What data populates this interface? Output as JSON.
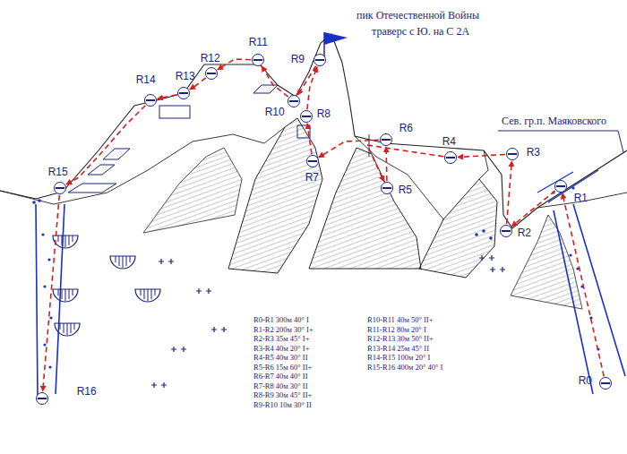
{
  "diagram": {
    "nodes": [
      {
        "text": [
          "R0"
        ]
      },
      {
        "text": [
          "R1"
        ]
      },
      {
        "text": [
          "R2"
        ]
      },
      {
        "text": [
          "R3"
        ]
      },
      {
        "text": [
          "R4"
        ]
      },
      {
        "text": [
          "R5"
        ]
      },
      {
        "text": [
          "R6"
        ]
      },
      {
        "text": [
          "R7"
        ]
      },
      {
        "text": [
          "R8"
        ]
      },
      {
        "text": [
          "R9"
        ]
      },
      {
        "text": [
          "R10"
        ]
      },
      {
        "text": [
          "R11"
        ]
      },
      {
        "text": [
          "R12"
        ]
      },
      {
        "text": [
          "R13"
        ]
      },
      {
        "text": [
          "R14"
        ]
      },
      {
        "text": [
          "R15"
        ]
      },
      {
        "text": [
          "R16"
        ]
      }
    ],
    "edges": [
      {
        "from": 0,
        "to": 1,
        "arrow": "to"
      },
      {
        "from": 1,
        "to": 2,
        "arrow": "to"
      },
      {
        "from": 2,
        "to": 3,
        "arrow": "to"
      },
      {
        "from": 3,
        "to": 4,
        "arrow": "to"
      },
      {
        "from": 4,
        "to": 5,
        "arrow": "to"
      },
      {
        "from": 5,
        "to": 6,
        "arrow": "to"
      },
      {
        "from": 6,
        "to": 7,
        "arrow": "to"
      },
      {
        "from": 7,
        "to": 8,
        "arrow": "to"
      },
      {
        "from": 8,
        "to": 9,
        "arrow": "to"
      },
      {
        "from": 9,
        "to": 10,
        "arrow": "to"
      },
      {
        "from": 10,
        "to": 11,
        "arrow": "to"
      },
      {
        "from": 11,
        "to": 12,
        "arrow": "to"
      },
      {
        "from": 12,
        "to": 13,
        "arrow": "to"
      },
      {
        "from": 13,
        "to": 14,
        "arrow": "to"
      },
      {
        "from": 14,
        "to": 15,
        "arrow": "to"
      },
      {
        "from": 15,
        "to": 16,
        "arrow": "to"
      }
    ],
    "labels": [
      "пик Отечественной Войны",
      "траверс  с Ю. на С 2А",
      "Сев. гр.п. Маяковского",
      "R0-R1 300м 40° I",
      "R1-R2 200м 30° I+",
      "R2-R3 35м 45° I+",
      "R3-R4 40м 20° I+",
      "R4-R5 40м 30° II",
      "R5-R6 15м 60° II+",
      "R6-R7 40м 40° II",
      "R7-R8 40м 30° II",
      "R8-R9 30м 45° II+",
      "R9-R10 10м 30° II",
      "R10-R11  40м 50° II+",
      "R11-R12  80м 20° I",
      "R12-R13  30м 50° II+",
      "R13-R14  25м 45° II",
      "R14-R15  100м 20° I",
      "R15-R16  400м 20° 40°  I"
    ]
  }
}
